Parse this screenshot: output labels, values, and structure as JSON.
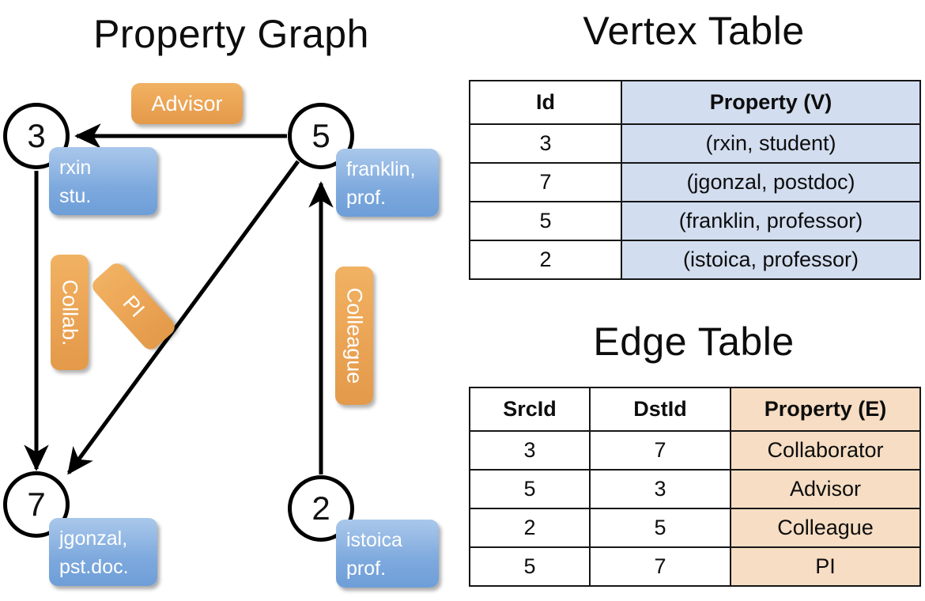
{
  "titles": {
    "graph": "Property Graph",
    "vertex_table": "Vertex Table",
    "edge_table": "Edge Table"
  },
  "colors": {
    "vertex_property_fill": "#d2ddef",
    "edge_property_fill": "#f6ddc3",
    "badge_orange": "#e8a051",
    "property_box_blue": "#7ca8dd",
    "stroke": "#000000"
  },
  "graph": {
    "vertices": [
      {
        "id": "3",
        "property_lines": [
          "rxin",
          "stu."
        ]
      },
      {
        "id": "5",
        "property_lines": [
          "franklin,",
          "prof."
        ]
      },
      {
        "id": "7",
        "property_lines": [
          "jgonzal,",
          "pst.doc."
        ]
      },
      {
        "id": "2",
        "property_lines": [
          "istoica",
          "prof."
        ]
      }
    ],
    "edge_labels": [
      {
        "label": "Advisor",
        "src": "5",
        "dst": "3",
        "orientation": "horizontal"
      },
      {
        "label": "Collab.",
        "src": "3",
        "dst": "7",
        "orientation": "vertical"
      },
      {
        "label": "PI",
        "src": "5",
        "dst": "7",
        "orientation": "diagonal"
      },
      {
        "label": "Colleague",
        "src": "2",
        "dst": "5",
        "orientation": "vertical"
      }
    ]
  },
  "vertex_table": {
    "columns": [
      "Id",
      "Property (V)"
    ],
    "rows": [
      {
        "id": "3",
        "property": "(rxin, student)"
      },
      {
        "id": "7",
        "property": "(jgonzal, postdoc)"
      },
      {
        "id": "5",
        "property": "(franklin, professor)"
      },
      {
        "id": "2",
        "property": "(istoica, professor)"
      }
    ]
  },
  "edge_table": {
    "columns": [
      "SrcId",
      "DstId",
      "Property (E)"
    ],
    "rows": [
      {
        "src": "3",
        "dst": "7",
        "property": "Collaborator"
      },
      {
        "src": "5",
        "dst": "3",
        "property": "Advisor"
      },
      {
        "src": "2",
        "dst": "5",
        "property": "Colleague"
      },
      {
        "src": "5",
        "dst": "7",
        "property": "PI"
      }
    ]
  }
}
